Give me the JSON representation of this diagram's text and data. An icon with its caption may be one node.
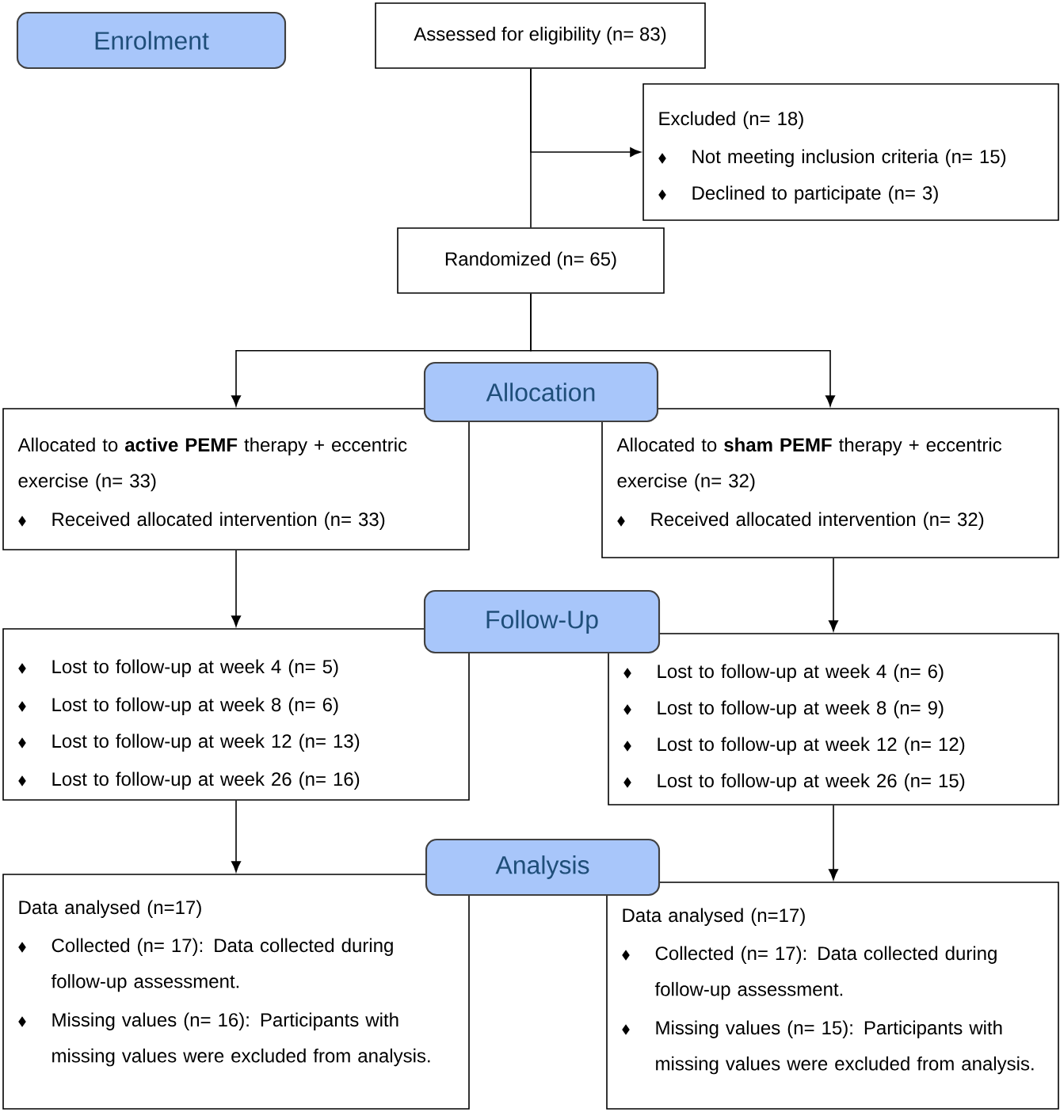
{
  "diagram": {
    "nodes": [
      {
        "text": [
          "Enrolment"
        ]
      },
      {
        "text": [
          "Assessed for eligibility (n= 83)"
        ]
      },
      {
        "text": [
          "Excluded (n= 18)",
          "Not meeting inclusion criteria (n= 15)",
          "Declined to participate (n= 3)"
        ]
      },
      {
        "text": [
          "Randomized (n= 65)"
        ]
      },
      {
        "text": [
          "Allocation"
        ]
      },
      {
        "text": [
          "Allocated to **active PEMF** therapy + eccentric exercise (n= 33)",
          "Received allocated intervention (n= 33)"
        ]
      },
      {
        "text": [
          "Allocated to **sham PEMF** therapy + eccentric exercise (n= 32)",
          "Received allocated intervention (n= 32)"
        ]
      },
      {
        "text": [
          "Follow-Up"
        ]
      },
      {
        "text": [
          "Lost to follow-up at week 4 (n= 5)",
          "Lost to follow-up at week 8 (n= 6)",
          "Lost to follow-up at week 12 (n= 13)",
          "Lost to follow-up at week 26 (n= 16)"
        ]
      },
      {
        "text": [
          "Lost to follow-up at week 4 (n= 6)",
          "Lost to follow-up at week 8 (n= 9)",
          "Lost to follow-up at week 12 (n= 12)",
          "Lost to follow-up at week 26 (n= 15)"
        ]
      },
      {
        "text": [
          "Analysis"
        ]
      },
      {
        "text": [
          "Data analysed (n=17)",
          "Collected (n= 17): Data collected during follow-up assessment.",
          "Missing values (n= 16): Participants with missing values were excluded from analysis."
        ]
      },
      {
        "text": [
          "Data analysed (n=17)",
          "Collected (n= 17): Data collected during follow-up assessment.",
          "Missing values (n= 15): Participants with missing values were excluded from analysis."
        ]
      }
    ],
    "edges": [
      {
        "from": 1,
        "to": 3,
        "arrow": "none"
      },
      {
        "from": 1,
        "to": 2,
        "arrow": "to"
      },
      {
        "from": 3,
        "to": 5,
        "arrow": "to"
      },
      {
        "from": 3,
        "to": 6,
        "arrow": "to"
      },
      {
        "from": 5,
        "to": 8,
        "arrow": "to"
      },
      {
        "from": 6,
        "to": 9,
        "arrow": "to"
      },
      {
        "from": 8,
        "to": 11,
        "arrow": "to"
      },
      {
        "from": 9,
        "to": 12,
        "arrow": "to"
      }
    ]
  }
}
